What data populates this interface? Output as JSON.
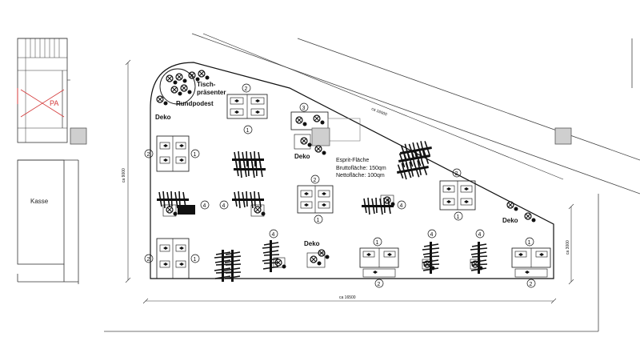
{
  "labels": {
    "kasse": "Kasse",
    "pa": "PA",
    "tisch_line1": "Tisch-",
    "tisch_line2": "präsenter",
    "rundpodest": "Rundpodest",
    "deko": "Deko",
    "esprit_title": "Esprit-Fläche",
    "esprit_brutto": "Bruttofläche: 150qm",
    "esprit_netto": "Nettofläche: 100qm",
    "dim_diagonal": "ca 16500",
    "dim_bottom": "ca 16500",
    "dim_left": "ca 9000",
    "dim_right": "ca 3000"
  },
  "colors": {
    "line": "#111111",
    "thin": "#555555",
    "pa": "#d43a3a",
    "fixture": "#1a1a1a"
  },
  "numbers": {
    "n1": "1",
    "n2": "2",
    "n3": "3",
    "n4": "4"
  }
}
